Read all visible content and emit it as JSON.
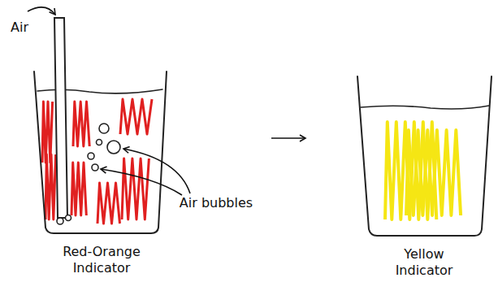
{
  "diagram": {
    "labels": [
      "Air",
      "Air bubbles",
      "Red-Orange Indicator",
      "Yellow Indicator"
    ]
  }
}
